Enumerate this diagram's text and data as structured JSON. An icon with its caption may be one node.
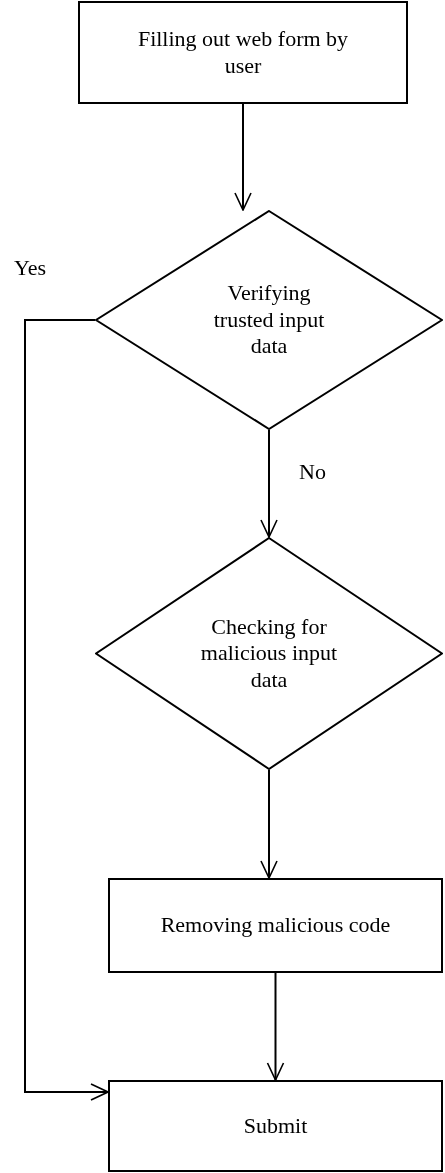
{
  "diagram": {
    "nodes": [
      {
        "text": [
          "Filling out web form by user"
        ]
      },
      {
        "text": [
          "Verifying trusted input data"
        ]
      },
      {
        "text": [
          "Checking for malicious input data"
        ]
      },
      {
        "text": [
          "Removing malicious code"
        ]
      },
      {
        "text": [
          "Submit"
        ]
      }
    ],
    "edges": [
      {
        "from": 0,
        "to": 1,
        "arrow": "to"
      },
      {
        "from": 1,
        "to": 2,
        "arrow": "to",
        "label": "No"
      },
      {
        "from": 2,
        "to": 3,
        "arrow": "to"
      },
      {
        "from": 3,
        "to": 4,
        "arrow": "to"
      },
      {
        "from": 1,
        "to": 4,
        "arrow": "to",
        "label": "Yes"
      }
    ]
  }
}
